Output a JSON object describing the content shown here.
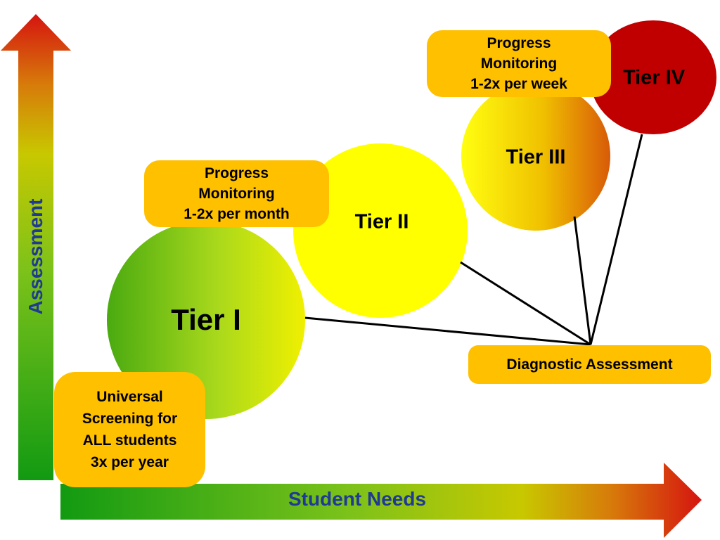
{
  "axes": {
    "y_label": "Assessment",
    "x_label": "Student Needs"
  },
  "tiers": [
    {
      "label": "Tier I"
    },
    {
      "label": "Tier II"
    },
    {
      "label": "Tier III"
    },
    {
      "label": "Tier IV"
    }
  ],
  "callouts": {
    "universal": [
      "Universal",
      "Screening for",
      "ALL students",
      "3x per year"
    ],
    "monthly": [
      "Progress",
      "Monitoring",
      "1-2x per month"
    ],
    "weekly": [
      "Progress",
      "Monitoring",
      "1-2x per week"
    ],
    "diagnostic": "Diagnostic Assessment"
  },
  "colors": {
    "box_fill": "#ffc000",
    "axis_text": "#1f3a93",
    "tier_iv": "#c00000",
    "tier_ii": "#ffff00"
  }
}
